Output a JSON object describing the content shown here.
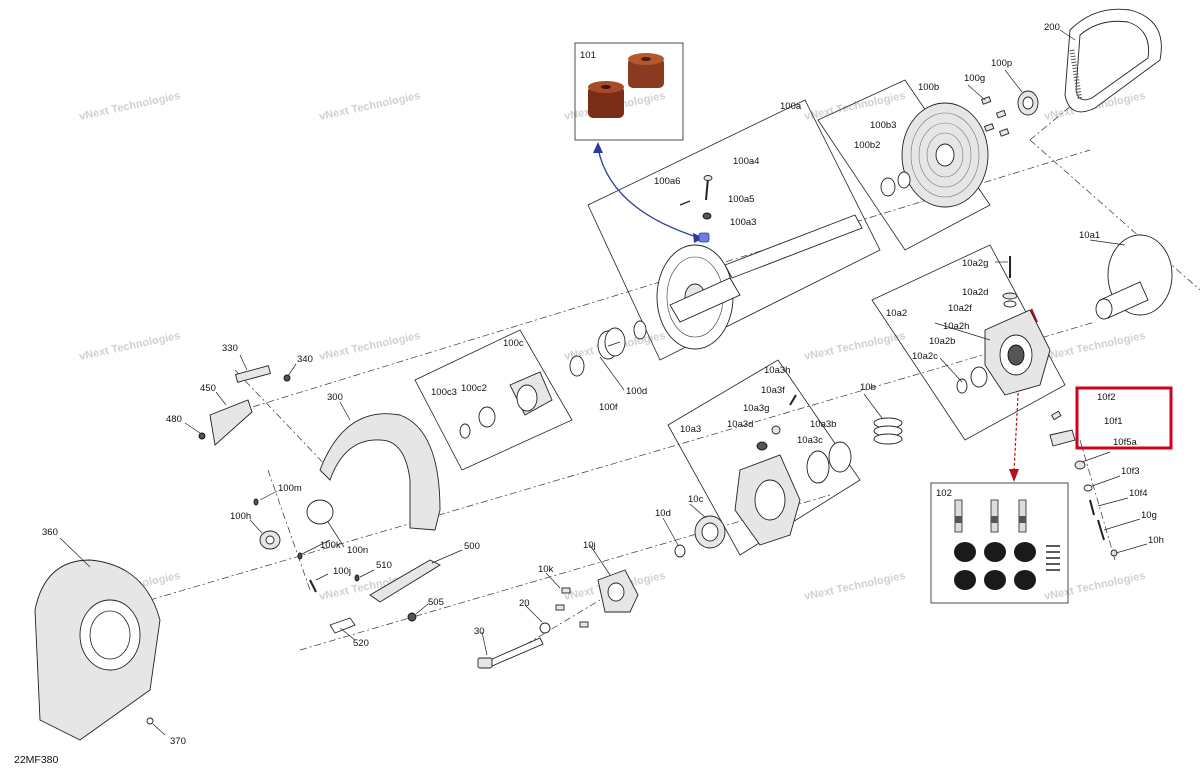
{
  "diagram": {
    "code": "22MF380",
    "watermark": "vNext Technologies",
    "highlight_color": "#d0021b",
    "arrow_color_blue": "#2a3d9c",
    "arrow_color_red": "#b3121a",
    "callouts": {
      "c101": "101",
      "c102": "102",
      "c100a": "100a",
      "c100a4": "100a4",
      "c100a6": "100a6",
      "c100a5": "100a5",
      "c100a3": "100a3",
      "c100b": "100b",
      "c100b3": "100b3",
      "c100b2": "100b2",
      "c100g": "100g",
      "c100p": "100p",
      "c200": "200",
      "c10a1": "10a1",
      "c10a2": "10a2",
      "c10a2g": "10a2g",
      "c10a2d": "10a2d",
      "c10a2f": "10a2f",
      "c10a2h": "10a2h",
      "c10a2b": "10a2b",
      "c10a2c": "10a2c",
      "c10f2": "10f2",
      "c10f1": "10f1",
      "c10f5a": "10f5a",
      "c10f3": "10f3",
      "c10f4": "10f4",
      "c10g": "10g",
      "c10h": "10h",
      "c100c": "100c",
      "c100c3": "100c3",
      "c100c2": "100c2",
      "c100f": "100f",
      "c100d": "100d",
      "c10a3": "10a3",
      "c10a3h": "10a3h",
      "c10a3f": "10a3f",
      "c10a3g": "10a3g",
      "c10a3d": "10a3d",
      "c10a3b": "10a3b",
      "c10a3c": "10a3c",
      "c10b": "10b",
      "c10c": "10c",
      "c10d": "10d",
      "c10j": "10j",
      "c330": "330",
      "c340": "340",
      "c450": "450",
      "c480": "480",
      "c300": "300",
      "c100m": "100m",
      "c100h": "100h",
      "c100k": "100k",
      "c100n": "100n",
      "c100j": "100j",
      "c510": "510",
      "c500": "500",
      "c505": "505",
      "c520": "520",
      "c10k": "10k",
      "c20": "20",
      "c30": "30",
      "c360": "360",
      "c370": "370"
    }
  }
}
